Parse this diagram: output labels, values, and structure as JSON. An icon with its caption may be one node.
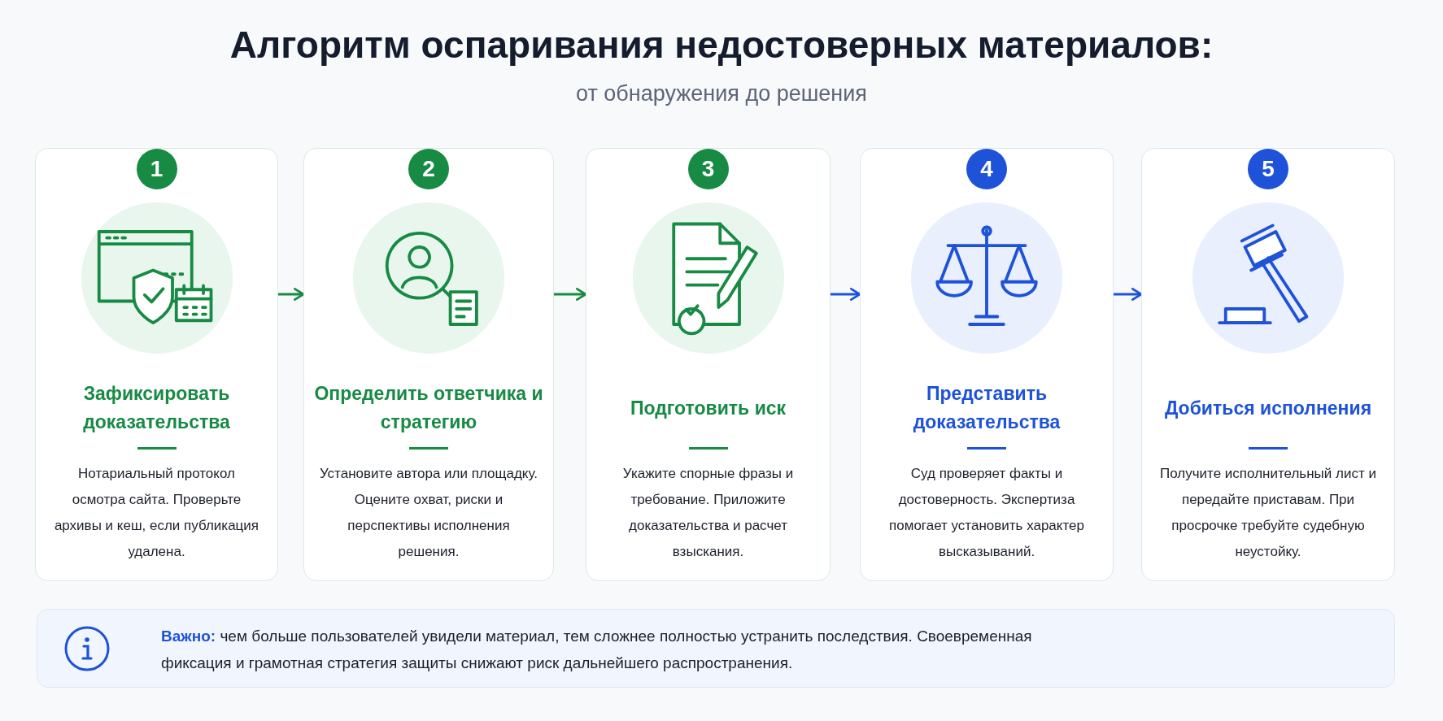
{
  "diagram": {
    "title": "Алгоритм оспаривания недостоверных материалов:",
    "nodes": [
      {
        "text": [
          "1",
          "Зафиксировать доказательства",
          "Нотариальный протокол осмотра сайта. Проверьте архивы и кеш, если публикация удалена."
        ]
      },
      {
        "text": [
          "2",
          "Определить ответчика и стратегию",
          "Установите автора или площадку. Оцените охват, риски и перспективы исполнения решения."
        ]
      },
      {
        "text": [
          "3",
          "Подготовить иск",
          "Укажите спорные фразы и требование. Приложите доказательства и расчет взыскания."
        ]
      },
      {
        "text": [
          "4",
          "Представить доказательства",
          "Суд проверяет факты и достоверность. Экспертиза помогает установить характер высказываний."
        ]
      },
      {
        "text": [
          "5",
          "Добиться исполнения",
          "Получите исполнительный лист и передайте приставам. При просрочке требуйте судебную неустойку."
        ]
      },
      {
        "text": [
          "**Важно:** чем больше пользователей увидели материал, тем сложнее полностью устранить последствия. Своевременная фиксация и грамотная стратегия защиты снижают риск дальнейшего распространения."
        ]
      }
    ],
    "edges": [
      {
        "from": 0,
        "to": 1,
        "arrow": "to",
        "color": "#178a43"
      },
      {
        "from": 1,
        "to": 2,
        "arrow": "to",
        "color": "#178a43"
      },
      {
        "from": 2,
        "to": 3,
        "arrow": "to",
        "color": "#1d52d9"
      },
      {
        "from": 3,
        "to": 4,
        "arrow": "to",
        "color": "#1d52d9"
      }
    ],
    "labels": [
      "от обнаружения до решения"
    ]
  }
}
